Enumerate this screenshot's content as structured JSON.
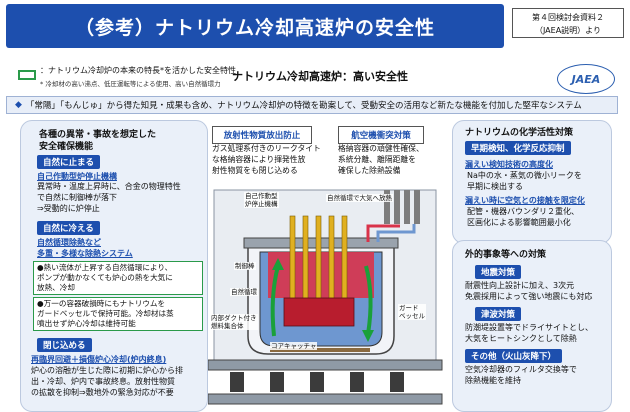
{
  "header": {
    "title": "（参考）ナトリウム冷却高速炉の安全性",
    "ref_note_line1": "第４回検討会資料２",
    "ref_note_line2": "（JAEA説明）より"
  },
  "legend": {
    "text": "：ナトリウム冷却炉の本来の特長*を活かした安全特性",
    "note": "* 冷却材の高い沸点、低圧運転等による使用、高い自然循環力"
  },
  "subtitle": "ナトリウム冷却高速炉：高い安全性",
  "logo": "JAEA",
  "policy": {
    "icon": "◆",
    "text": "「常陽」「もんじゅ」から得た知見・成果も含め、ナトリウム冷却炉の特徴を勘案して、受動安全の活用など新たな機能を付加した堅牢なシステム"
  },
  "left_panel": {
    "title_line1": "各種の異常・事故を想定した",
    "title_line2": "安全確保機能",
    "stop": {
      "tag": "自然に止まる",
      "link": "自己作動型炉停止機構",
      "lines": [
        "異常時・温度上昇時に、合金の物理特性",
        "で自然に制御棒が落下",
        "⇒受動的に炉停止"
      ]
    },
    "cool": {
      "tag": "自然に冷える",
      "link1": "自然循環除熱など",
      "link2": "多重・多様な除熱システム",
      "box1": [
        "●熱い流体が上昇する自然循環により、",
        "ポンプが動かなくても炉心の熱を大気に",
        "放熱、冷却"
      ],
      "box2": [
        "●万一の容器破損時にもナトリウムを",
        "ガードベッセルで保持可能。冷却材は蒸",
        "噴出せず炉心冷却は維持可能"
      ]
    },
    "contain": {
      "tag": "閉じ込める",
      "link": "再臨界回避＋損傷炉心冷却(炉内終息)",
      "lines": [
        "炉心の溶融が生じた際に初期に炉心から排",
        "出・冷却、炉内で事故終息。放射性物質",
        "の拡散を抑制⇒敷地外の緊急対応が不要"
      ]
    }
  },
  "features": {
    "rad": {
      "label": "放射性物質放出防止",
      "lines": [
        "ガス処理系付きのリークタイト",
        "な格納容器により揮発性放",
        "射性物質をも閉じ込める"
      ]
    },
    "aircraft": {
      "label": "航空機衝突対策",
      "lines": [
        "格納容器の頑健性確保、",
        "系統分離、離隔距離を",
        "確保した除熱設備"
      ]
    }
  },
  "diagram": {
    "self_shutdown": "自己作動型\n炉停止機構",
    "natural_circ": "自然循環で大気へ放熱",
    "control_rod": "制御棒",
    "nat_circ": "自然循環",
    "duct": "内部ダクト付き\n燃料集合体",
    "guard": "ガード\nベッセル",
    "catcher": "コアキャッチャ"
  },
  "right_top": {
    "title": "ナトリウムの化学活性対策",
    "tag": "早期検知、化学反応抑制",
    "link1": "漏えい検知技術の高度化",
    "lines1": [
      "Na中の水・蒸気の微小リークを",
      "早期に検出する"
    ],
    "link2": "漏えい時に空気との接触を限定化",
    "lines2": [
      "配管・機器バウンダリ２重化、",
      "区画化による影響範囲最小化"
    ]
  },
  "right_bottom": {
    "title": "外的事象等への対策",
    "quake": {
      "tag": "地震対策",
      "lines": [
        "耐震性向上設計に加え、3次元",
        "免震採用によって強い地震にも対応"
      ]
    },
    "tsunami": {
      "tag": "津波対策",
      "lines": [
        "防潮堤設置等でドライサイトとし、",
        "大気をヒートシンクとして除熱"
      ]
    },
    "other": {
      "tag": "その他（火山灰降下）",
      "lines": [
        "空気冷却器のフィルタ交換等で",
        "除熱機能を維持"
      ]
    }
  },
  "colors": {
    "navy": "#1d4fae",
    "green_border": "#2a9a4a",
    "panel_bg": "#eaf0f9",
    "sodium_hot": "#d9334a",
    "sodium_cool": "#6e97d0"
  }
}
